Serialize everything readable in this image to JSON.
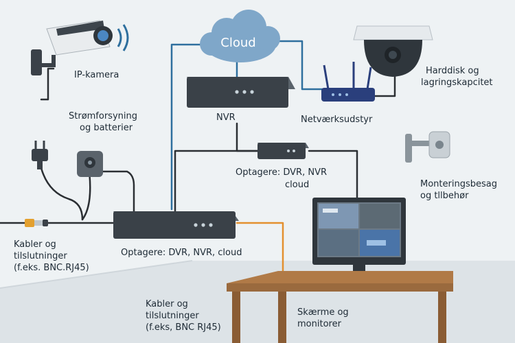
{
  "diagram": {
    "labels": {
      "ip_camera": "IP-kamera",
      "cloud": "Cloud",
      "harddisk_1": "Harddisk og",
      "harddisk_2": "lagringskapcitet",
      "power_1": "Strømforsyning",
      "power_2": "og batterier",
      "nvr": "NVR",
      "network": "Netværksudstyr",
      "recorders_small_1": "Optagere: DVR, NVR",
      "recorders_small_2": "cloud",
      "mounting_1": "Monteringsbesag",
      "mounting_2": "og tllbehør",
      "cables_left_1": "Kabler og",
      "cables_left_2": "tilslutninger",
      "cables_left_3": "(f.eks. BNC.RJ45)",
      "recorders_main": "Optagere: DVR, NVR, cloud",
      "cables_bottom_1": "Kabler og",
      "cables_bottom_2": "tilslutninger",
      "cables_bottom_3": "(f.eks, BNC RJ45)",
      "screens_1": "Skærme og",
      "screens_2": "monitorer"
    },
    "colors": {
      "background": "#eef2f4",
      "floor": "#dde3e7",
      "wire_blue": "#2e6f9e",
      "wire_dark": "#2b2f33",
      "wire_orange": "#e3902f",
      "cloud": "#7fa7c9",
      "device": "#3a4148",
      "table": "#9a6a3e"
    }
  }
}
